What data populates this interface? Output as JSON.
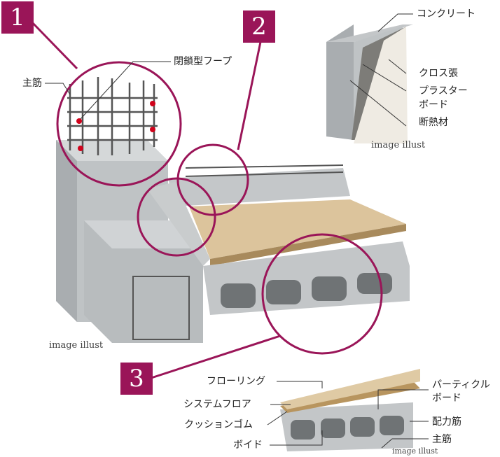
{
  "badges": [
    "1",
    "2",
    "3"
  ],
  "accent_color": "#9a1558",
  "main_labels": {
    "main_rebar": "主筋",
    "closed_hoop": "閉鎖型フープ"
  },
  "wall_labels": {
    "concrete": "コンクリート",
    "cloth": "クロス張",
    "plaster_1": "プラスター",
    "plaster_2": "ボード",
    "insulation": "断熱材"
  },
  "floor_labels": {
    "flooring": "フローリング",
    "system_floor": "システムフロア",
    "cushion_rubber": "クッションゴム",
    "void": "ボイド",
    "particle_1": "パーティクル",
    "particle_2": "ボード",
    "distribution_rebar": "配力筋",
    "main_rebar": "主筋"
  },
  "captions": {
    "wall": "image illust",
    "main": "image illust",
    "floor": "image illust"
  }
}
